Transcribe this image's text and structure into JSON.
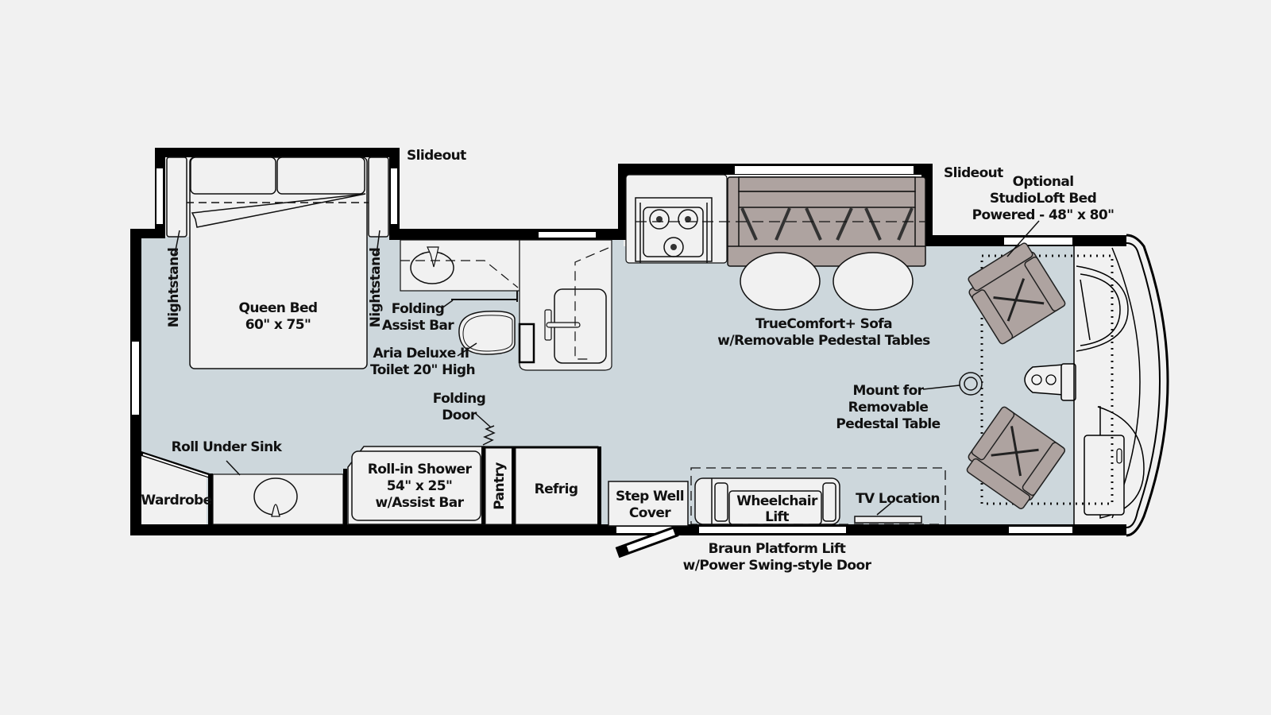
{
  "floorplan": {
    "colors": {
      "background": "#f1f1f1",
      "floor": "#cdd7dc",
      "wall": "#000000",
      "window": "#ffffff",
      "fixture": "#f1f1f1",
      "upholstery": "#aea3a0",
      "line": "#111111"
    },
    "labels": {
      "slideout_rear": "Slideout",
      "slideout_front": "Slideout",
      "nightstand_left": "Nightstand",
      "nightstand_right": "Nightstand",
      "queen_bed_line1": "Queen Bed",
      "queen_bed_line2": "60\" x 75\"",
      "folding_assist_bar_line1": "Folding",
      "folding_assist_bar_line2": "Assist Bar",
      "toilet_line1": "Aria Deluxe II",
      "toilet_line2": "Toilet 20\" High",
      "folding_door_line1": "Folding",
      "folding_door_line2": "Door",
      "roll_under_sink": "Roll Under Sink",
      "wardrobe": "Wardrobe",
      "shower_line1": "Roll-in Shower",
      "shower_line2": "54\" x 25\"",
      "shower_line3": "w/Assist Bar",
      "pantry": "Pantry",
      "refrig": "Refrig",
      "step_well_line1": "Step Well",
      "step_well_line2": "Cover",
      "wheelchair_lift_line1": "Wheelchair",
      "wheelchair_lift_line2": "Lift",
      "tv_location": "TV Location",
      "braun_line1": "Braun Platform Lift",
      "braun_line2": "w/Power Swing-style Door",
      "sofa_line1": "TrueComfort+ Sofa",
      "sofa_line2": "w/Removable Pedestal Tables",
      "mount_line1": "Mount for",
      "mount_line2": "Removable",
      "mount_line3": "Pedestal Table",
      "loft_line1": "Optional",
      "loft_line2": "StudioLoft Bed",
      "loft_line3": "Powered - 48\" x 80\""
    }
  }
}
